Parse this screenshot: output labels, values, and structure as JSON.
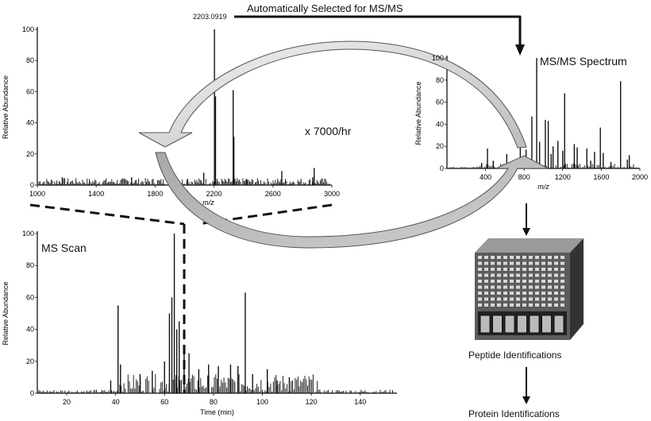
{
  "title_arrow_label": "Automatically Selected for MS/MS",
  "rate_label": "x 7000/hr",
  "peptide_label": "Peptide Identifications",
  "protein_label": "Protein Identifications",
  "chart_data": [
    {
      "type": "bar",
      "name": "zoomed-ms-scan",
      "xlabel": "m/z",
      "ylabel": "Relative Abundance",
      "xlim": [
        1000,
        3000
      ],
      "ylim": [
        0,
        100
      ],
      "xticks": [
        1000,
        1400,
        1800,
        2200,
        2600,
        3000
      ],
      "yticks": [
        0,
        20,
        40,
        60,
        80,
        100
      ],
      "annotation": "2203.0919",
      "peaks": {
        "x": [
          1170,
          1640,
          2020,
          2130,
          2203,
          2210,
          2330,
          2335,
          2420,
          2660,
          2870,
          2880
        ],
        "y": [
          5,
          5,
          4,
          8,
          100,
          57,
          61,
          31,
          4,
          9,
          5,
          11
        ]
      }
    },
    {
      "type": "bar",
      "name": "ms-ms-spectrum",
      "title": "MS/MS Spectrum",
      "xlabel": "m/z",
      "ylabel": "Relative Abundance",
      "xlim": [
        0,
        2000
      ],
      "ylim": [
        0,
        100
      ],
      "xticks": [
        400,
        800,
        1200,
        1600,
        2000
      ],
      "yticks": [
        0,
        20,
        40,
        60,
        80,
        100
      ],
      "peaks": {
        "x": [
          360,
          420,
          480,
          620,
          760,
          820,
          880,
          930,
          960,
          1020,
          1050,
          1080,
          1100,
          1150,
          1200,
          1220,
          1320,
          1350,
          1450,
          1490,
          1530,
          1590,
          1620,
          1700,
          1800,
          1870,
          1890
        ],
        "y": [
          5,
          18,
          7,
          13,
          20,
          17,
          47,
          100,
          24,
          44,
          43,
          13,
          20,
          25,
          16,
          68,
          22,
          19,
          18,
          7,
          15,
          37,
          14,
          6,
          79,
          8,
          12
        ]
      }
    },
    {
      "type": "bar",
      "name": "ms-scan-chromatogram",
      "title": "MS Scan",
      "xlabel": "Time (min)",
      "ylabel": "Relative Abundance",
      "xlim": [
        8,
        155
      ],
      "ylim": [
        0,
        100
      ],
      "xticks": [
        20,
        40,
        60,
        80,
        100,
        120,
        140
      ],
      "yticks": [
        0,
        20,
        40,
        60,
        80,
        100
      ],
      "peaks": {
        "x": [
          38,
          41,
          42,
          50,
          55,
          60,
          62,
          63,
          64,
          65,
          66,
          68,
          70,
          74,
          78,
          82,
          87,
          90,
          93,
          96,
          102,
          106,
          111
        ],
        "y": [
          8,
          55,
          18,
          12,
          14,
          20,
          50,
          60,
          100,
          40,
          45,
          25,
          25,
          15,
          18,
          17,
          18,
          17,
          63,
          12,
          15,
          8,
          10
        ]
      }
    }
  ]
}
